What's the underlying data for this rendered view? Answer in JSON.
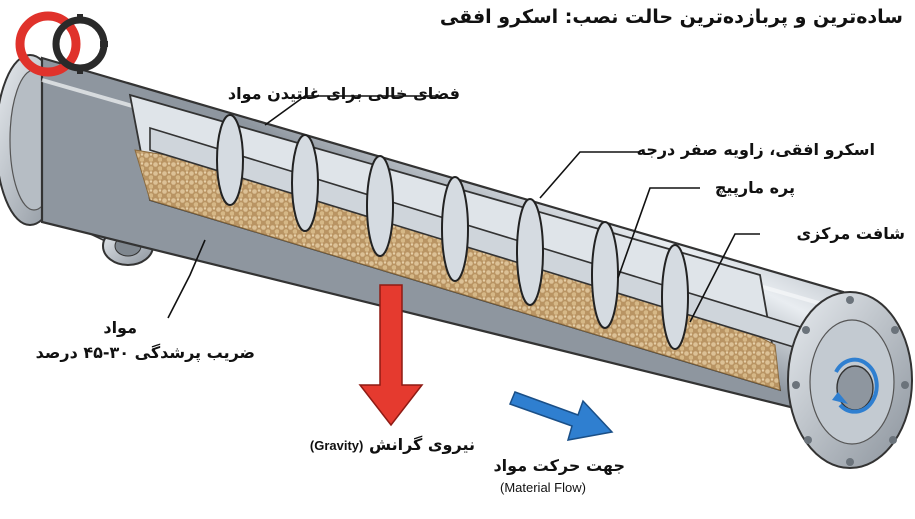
{
  "title": "ساده‌ترین و پربازده‌ترین حالت نصب: اسکرو افقی",
  "labels": {
    "empty_space": "فضای خالی برای غلتیدن مواد",
    "horizontal_screw": "اسکرو افقی، زاویه صفر درجه",
    "flight": "پره مارپیچ",
    "shaft": "شافت مرکزی",
    "material": "مواد",
    "fill_factor": "ضریب پرشدگی ۳۰-۴۵ درصد",
    "gravity_fa": "نیروی گرانش",
    "gravity_en": "(Gravity)",
    "flow_fa": "جهت حرکت مواد",
    "flow_en": "(Material Flow)"
  },
  "colors": {
    "logo_red": "#e0322b",
    "logo_dark": "#2a2a2a",
    "gravity_arrow": "#e53a2f",
    "flow_arrow": "#2f7fd0",
    "metal": "#cfd4da",
    "material": "#c9a877"
  },
  "icons": [
    "logo-icon",
    "gravity-arrow-icon",
    "flow-arrow-icon",
    "rotation-arrow-icon"
  ]
}
